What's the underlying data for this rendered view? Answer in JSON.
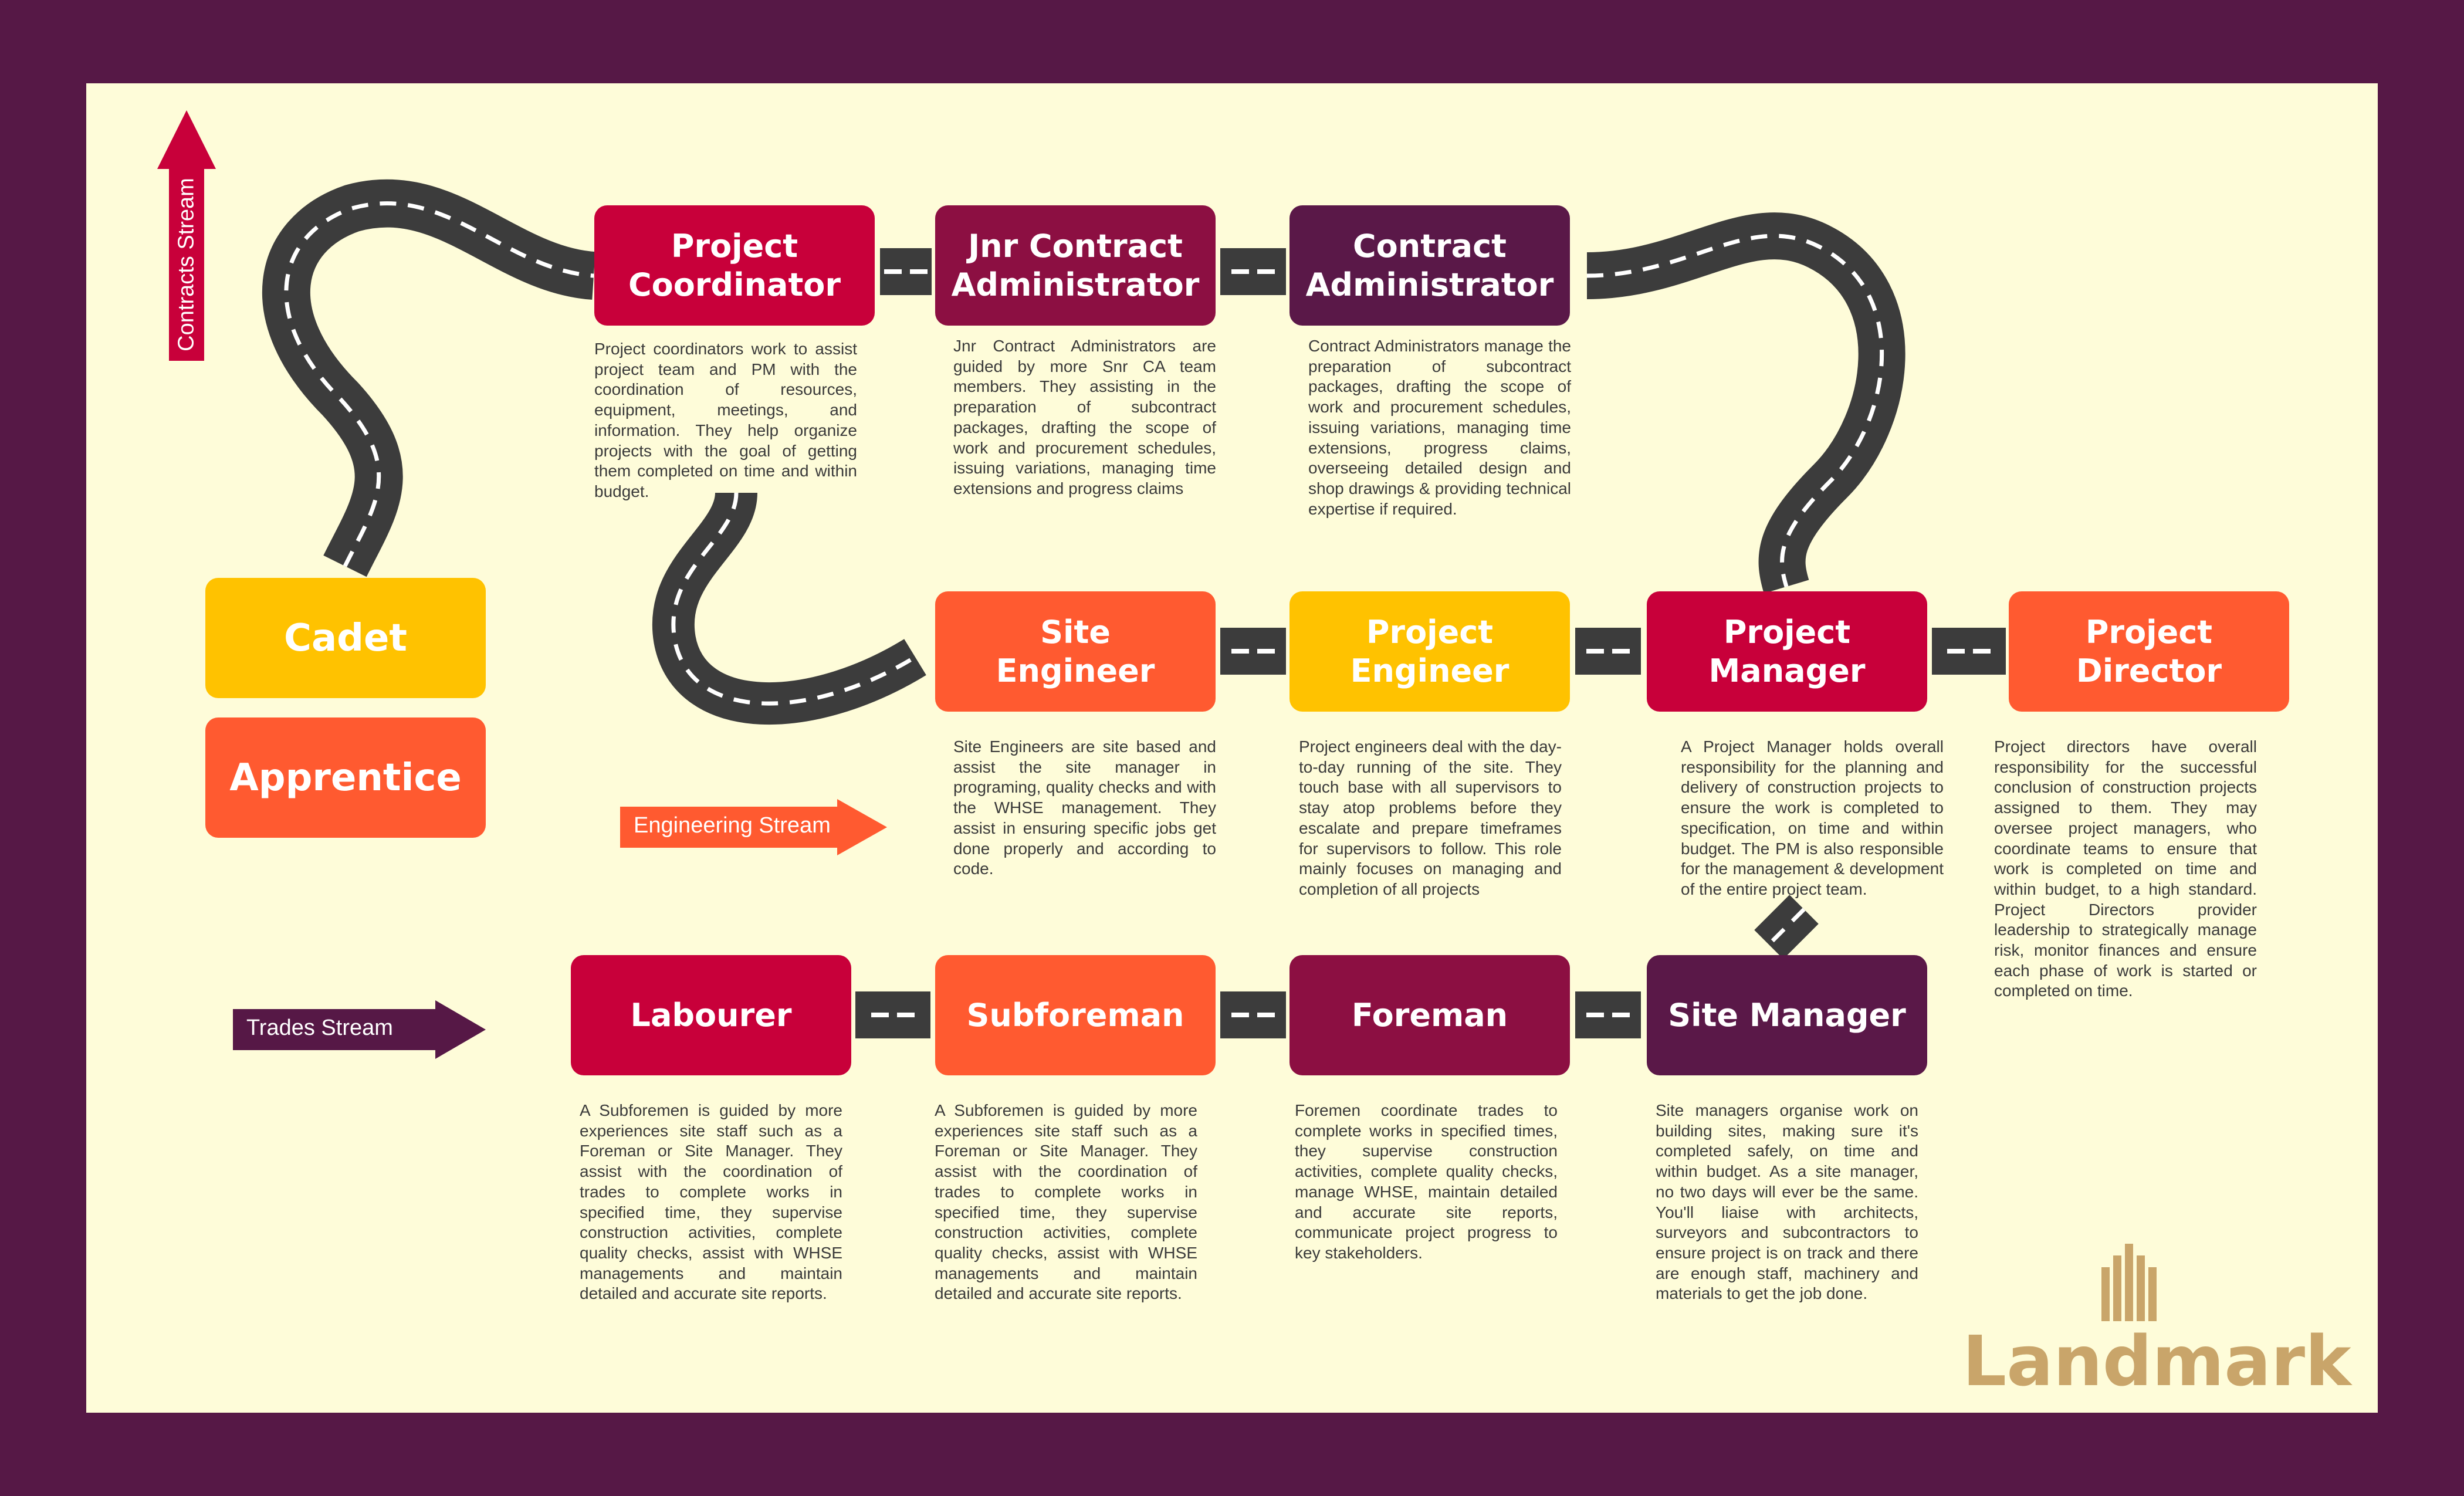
{
  "streams": {
    "contracts": "Contracts Stream",
    "engineering": "Engineering Stream",
    "trades": "Trades Stream"
  },
  "roles": {
    "cadet": "Cadet",
    "apprentice": "Apprentice",
    "project_coordinator": "Project\nCoordinator",
    "jnr_contract_administrator": "Jnr Contract\nAdministrator",
    "contract_administrator": "Contract\nAdministrator",
    "site_engineer": "Site\nEngineer",
    "project_engineer": "Project\nEngineer",
    "project_manager": "Project\nManager",
    "project_director": "Project\nDirector",
    "labourer": "Labourer",
    "subforeman": "Subforeman",
    "foreman": "Foreman",
    "site_manager": "Site Manager"
  },
  "descriptions": {
    "project_coordinator": "Project coordinators work to assist project team and PM with the coordination of resources, equipment, meetings, and information. They help organize projects with the goal of getting them completed on time and within budget.",
    "jnr_contract_administrator": "Jnr Contract Administrators are guided by more Snr CA team members. They assisting in the preparation of subcontract packages, drafting the scope of work and procurement schedules, issuing variations, managing time extensions and progress claims",
    "contract_administrator": "Contract Administrators manage the preparation of subcontract packages, drafting the scope of work and procurement schedules, issuing variations, managing time extensions, progress claims, overseeing detailed design and shop drawings & providing technical expertise if required.",
    "site_engineer": "Site Engineers are site based and assist the site manager in programing, quality checks and with the WHSE management. They assist in ensuring specific jobs get done properly and according to code.",
    "project_engineer": "Project engineers deal with the day-to-day running of the site. They touch base with all supervisors to stay atop problems before they escalate and prepare timeframes for supervisors to follow. This role mainly focuses on managing and completion of all projects",
    "project_manager": "A Project Manager holds overall responsibility for the planning and delivery of construction projects to ensure the work is completed to specification, on time and within budget. The PM is also responsible for the management & development of the entire project team.",
    "project_director": "Project directors have overall responsibility for the successful conclusion of construction projects assigned to them. They may oversee project managers, who coordinate teams to ensure that work is completed on time and within budget, to a high standard. Project Directors provider leadership to strategically manage risk, monitor finances and ensure each phase of work is started or completed on time.",
    "labourer": "A Subforemen is guided by more experiences site staff such as a Foreman or Site Manager. They assist with the coordination of trades to complete works in specified time, they supervise construction activities, complete quality checks, assist with WHSE managements and maintain detailed and accurate site reports.",
    "subforeman": "A Subforemen is guided by more experiences site staff such as a Foreman or Site Manager. They assist with the coordination of trades to complete works in specified time, they supervise construction activities, complete quality checks, assist with WHSE managements and maintain detailed and accurate site reports.",
    "foreman": "Foremen coordinate trades to complete works in specified times, they supervise construction activities, complete quality checks, manage WHSE, maintain detailed and accurate site reports, communicate project progress to key stakeholders.",
    "site_manager": "Site managers organise work on building sites, making sure it's completed safely, on time and within budget. As a site manager, no two days will ever be the same. You'll liaise with architects, surveyors and subcontractors to ensure project is on track and there are enough staff, machinery and materials to get the job done."
  },
  "logo": {
    "text": "Landmark"
  },
  "colors": {
    "frame": "#561846",
    "background": "#fefcd9",
    "crimson": "#c8003a",
    "plum": "#5a1848",
    "wine": "#8c0f42",
    "orange": "#ff5a30",
    "yellow": "#ffc200",
    "road": "#3c3c3c",
    "logo_gold": "#c9a56a"
  }
}
